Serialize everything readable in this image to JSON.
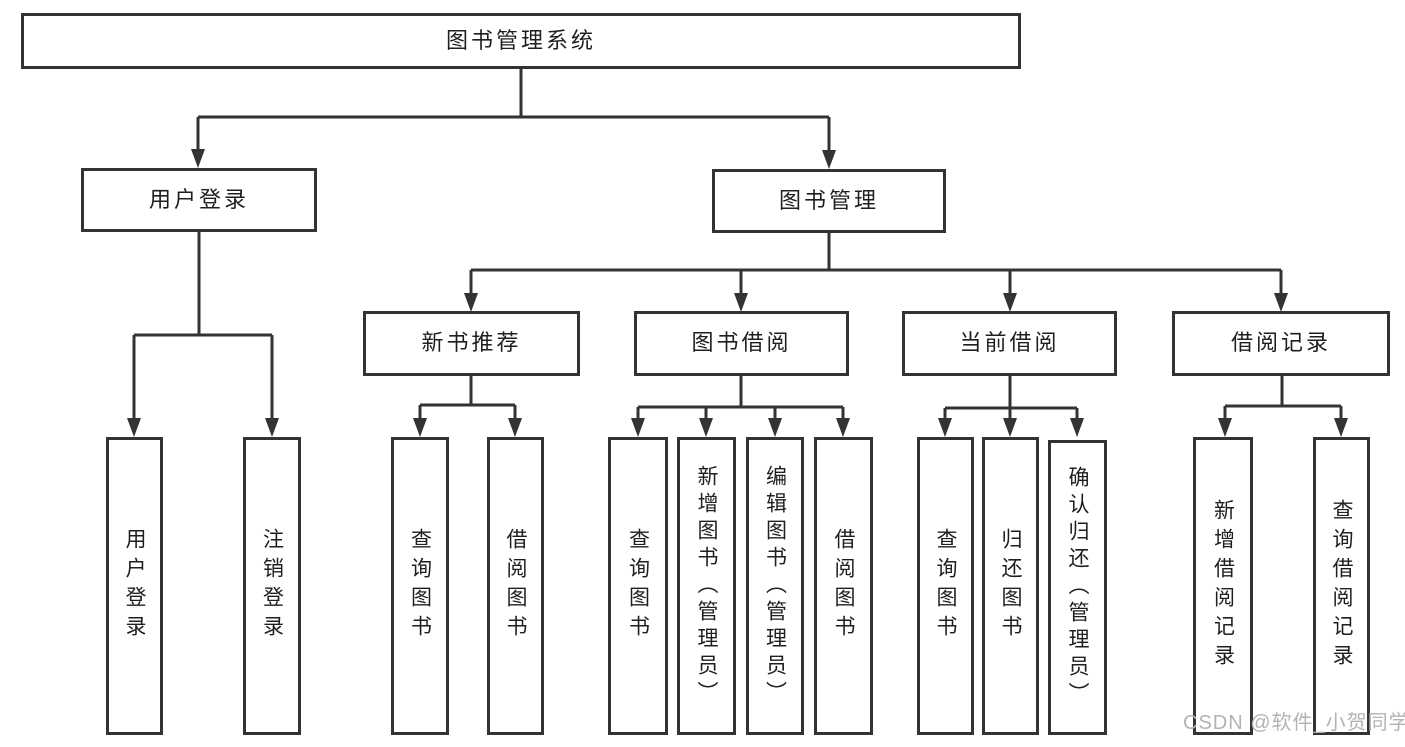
{
  "diagram": {
    "root": {
      "label": "图书管理系统"
    },
    "branches": [
      {
        "label": "用户登录",
        "children": [
          {
            "label": "用户登录"
          },
          {
            "label": "注销登录"
          }
        ]
      },
      {
        "label": "图书管理",
        "sections": [
          {
            "label": "新书推荐",
            "children": [
              {
                "label": "查询图书"
              },
              {
                "label": "借阅图书"
              }
            ]
          },
          {
            "label": "图书借阅",
            "children": [
              {
                "label": "查询图书"
              },
              {
                "label": "新增图书（管理员）"
              },
              {
                "label": "编辑图书（管理员）"
              },
              {
                "label": "借阅图书"
              }
            ]
          },
          {
            "label": "当前借阅",
            "children": [
              {
                "label": "查询图书"
              },
              {
                "label": "归还图书"
              },
              {
                "label": "确认归还（管理员）"
              }
            ]
          },
          {
            "label": "借阅记录",
            "children": [
              {
                "label": "新增借阅记录"
              },
              {
                "label": "查询借阅记录"
              }
            ]
          }
        ]
      }
    ]
  },
  "watermark": {
    "text": "CSDN @软件_小贺同学",
    "color": "#b6b1b5"
  },
  "colors": {
    "line": "#333333",
    "text": "#1f1f1f",
    "background": "#ffffff"
  }
}
